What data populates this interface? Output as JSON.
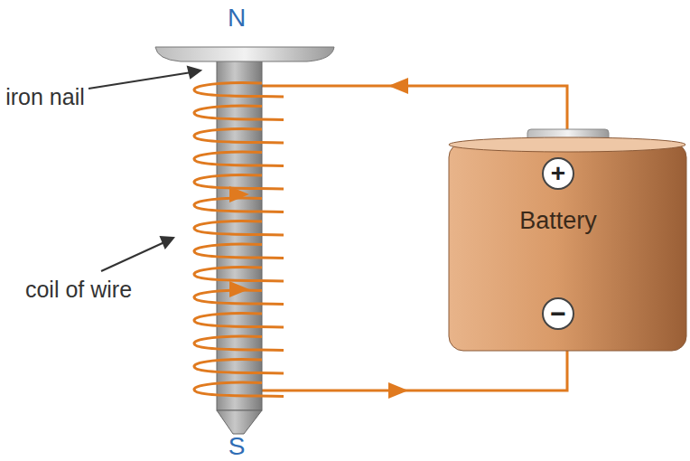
{
  "diagram": {
    "nodes": [
      {
        "text": [
          "+",
          "Battery",
          "−"
        ]
      }
    ],
    "labels": [
      "N",
      "S",
      "iron nail",
      "coil of wire"
    ]
  }
}
